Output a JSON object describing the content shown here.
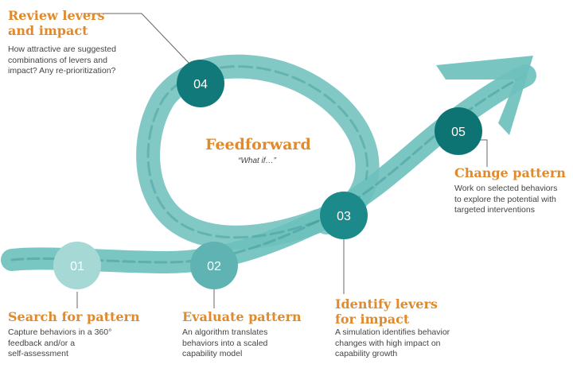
{
  "center": {
    "title": "Feedforward",
    "subtitle": "“What if…”"
  },
  "steps": [
    {
      "number": "01",
      "title": "Search for pattern",
      "description": "Capture behaviors in a 360°\nfeedback and/or a\nself-assessment",
      "color": "#a6d8d6"
    },
    {
      "number": "02",
      "title": "Evaluate pattern",
      "description": "An algorithm translates\nbehaviors into a scaled\ncapability model",
      "color": "#5fb3b3"
    },
    {
      "number": "03",
      "title": "Identify levers\nfor impact",
      "description": "A simulation identifies behavior\nchanges with high impact on\ncapability growth",
      "color": "#1c8a8a"
    },
    {
      "number": "04",
      "title": "Review levers\nand impact",
      "description": "How attractive are suggested\ncombinations of levers and\nimpact? Any re-prioritization?",
      "color": "#11797a"
    },
    {
      "number": "05",
      "title": "Change pattern",
      "description": "Work on selected behaviors\nto explore the potential with\ntargeted interventions",
      "color": "#0e7373"
    }
  ],
  "colors": {
    "accent": "#e08a2c",
    "stroke": "#6cc0bc",
    "stroke_dark": "#3f9a96",
    "text": "#444444"
  }
}
